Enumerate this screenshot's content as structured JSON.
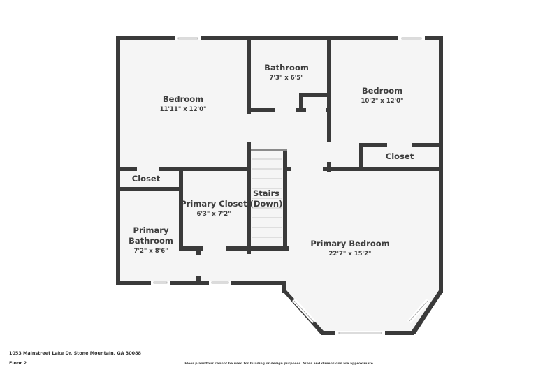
{
  "property": {
    "address": "1053 Mainstreet Lake Dr, Stone Mountain, GA 30088",
    "floor": "Floor 2"
  },
  "disclaimer": "Floor plans/tour cannot be used for building or design purposes. Sizes and dimensions are approximate.",
  "rooms": {
    "bedroom_1": {
      "name": "Bedroom",
      "dims": "11'11\" x 12'0\""
    },
    "bathroom": {
      "name": "Bathroom",
      "dims": "7'3\" x 6'5\""
    },
    "bedroom_2": {
      "name": "Bedroom",
      "dims": "10'2\" x 12'0\""
    },
    "closet_bedroom_2": {
      "name": "Closet"
    },
    "closet_left": {
      "name": "Closet"
    },
    "primary_closet": {
      "name": "Primary Closet",
      "dims": "6'3\" x 7'2\""
    },
    "stairs": {
      "name_line1": "Stairs",
      "name_line2": "(Down)"
    },
    "primary_bathroom": {
      "name_line1": "Primary",
      "name_line2": "Bathroom",
      "dims": "7'2\" x 8'6\""
    },
    "primary_bedroom": {
      "name": "Primary Bedroom",
      "dims": "22'7\" x 15'2\""
    }
  },
  "colors": {
    "wall": "#3a3a3a",
    "floor": "#f5f5f5",
    "background": "#ffffff",
    "text": "#3d3d3d"
  }
}
